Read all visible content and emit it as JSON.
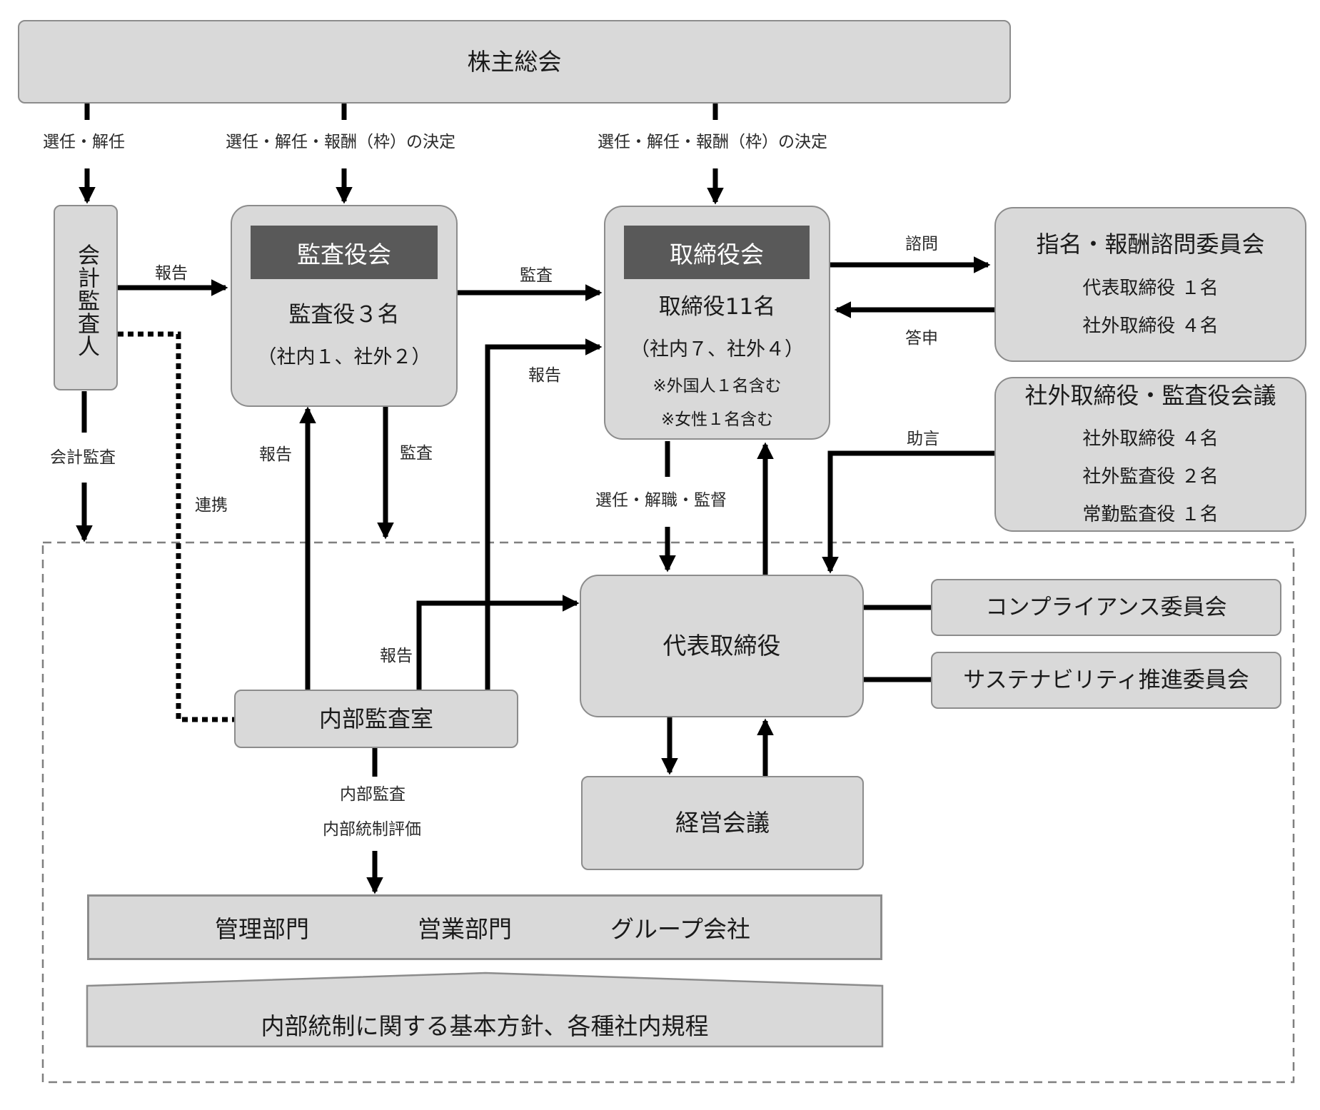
{
  "nodes": {
    "shareholders": "株主総会",
    "auditor": "会計監査人",
    "kansayakukai": {
      "title": "監査役会",
      "line1": "監査役３名",
      "line2": "（社内１、社外２）"
    },
    "torishimariyakukai": {
      "title": "取締役会",
      "line1": "取締役11名",
      "line2": "（社内７、社外４）",
      "note1": "※外国人１名含む",
      "note2": "※女性１名含む"
    },
    "nomination": {
      "title": "指名・報酬諮問委員会",
      "line1": "代表取締役 １名",
      "line2": "社外取締役 ４名"
    },
    "outside_council": {
      "title": "社外取締役・監査役会議",
      "line1": "社外取締役 ４名",
      "line2": "社外監査役 ２名",
      "line3": "常勤監査役 １名"
    },
    "representative": "代表取締役",
    "compliance": "コンプライアンス委員会",
    "sustainability": "サステナビリティ推進委員会",
    "management_meeting": "経営会議",
    "internal_audit": "内部監査室",
    "departments": [
      "管理部門",
      "営業部門",
      "グループ会社"
    ],
    "policy": "内部統制に関する基本方針、各種社内規程"
  },
  "labels": {
    "elect_dismiss": "選任・解任",
    "elect_dismiss_pay_1": "選任・解任・報酬（枠）の決定",
    "elect_dismiss_pay_2": "選任・解任・報酬（枠）の決定",
    "report_auditor": "報告",
    "accounting_audit": "会計監査",
    "cooperation": "連携",
    "audit_to_board": "監査",
    "report_ia_board": "報告",
    "report_ia_kansa": "報告",
    "audit_down": "監査",
    "consult": "諮問",
    "answer": "答申",
    "advice": "助言",
    "elect_supervise": "選任・解職・監督",
    "report_ia_rep": "報告",
    "internal_audit_label": "内部監査",
    "internal_control_label": "内部統制評価"
  }
}
